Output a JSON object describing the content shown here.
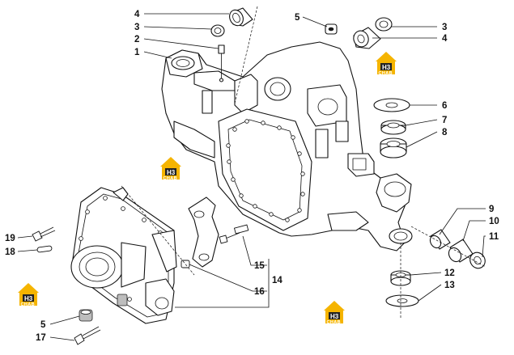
{
  "callouts": [
    {
      "id": "c4a",
      "text": "4"
    },
    {
      "id": "c3a",
      "text": "3"
    },
    {
      "id": "c2",
      "text": "2"
    },
    {
      "id": "c1",
      "text": "1"
    },
    {
      "id": "c5a",
      "text": "5"
    },
    {
      "id": "c3b",
      "text": "3"
    },
    {
      "id": "c4b",
      "text": "4"
    },
    {
      "id": "c6",
      "text": "6"
    },
    {
      "id": "c7",
      "text": "7"
    },
    {
      "id": "c8",
      "text": "8"
    },
    {
      "id": "c9",
      "text": "9"
    },
    {
      "id": "c10",
      "text": "10"
    },
    {
      "id": "c11",
      "text": "11"
    },
    {
      "id": "c12",
      "text": "12"
    },
    {
      "id": "c13",
      "text": "13"
    },
    {
      "id": "c14",
      "text": "14"
    },
    {
      "id": "c15",
      "text": "15"
    },
    {
      "id": "c16",
      "text": "16"
    },
    {
      "id": "c19",
      "text": "19"
    },
    {
      "id": "c18",
      "text": "18"
    },
    {
      "id": "c5b",
      "text": "5"
    },
    {
      "id": "c17",
      "text": "17"
    }
  ],
  "watermark": {
    "main": "H3",
    "sub": "CHAB"
  }
}
